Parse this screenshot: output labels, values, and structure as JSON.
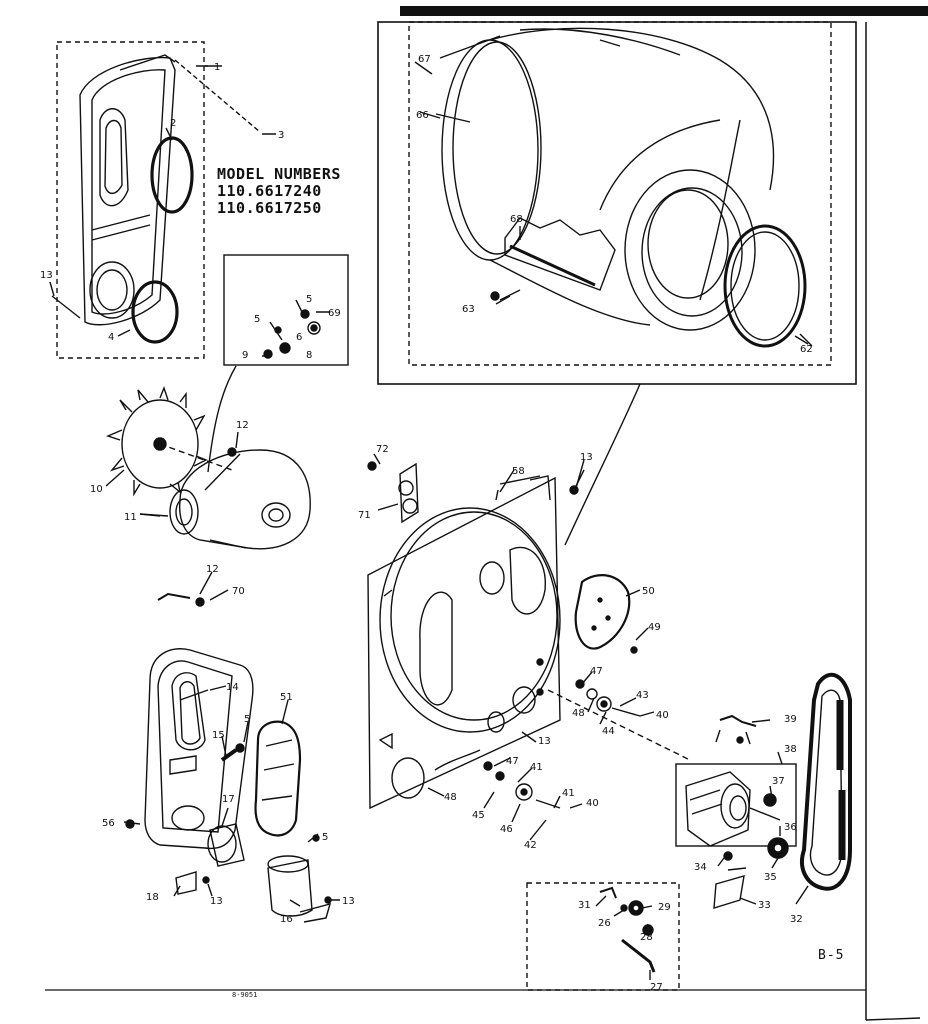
{
  "model_numbers": {
    "heading": "MODEL NUMBERS",
    "numbers": [
      "110.6617240",
      "110.6617250"
    ]
  },
  "page_id": "B-5",
  "doc_code": "8-9051",
  "callouts": [
    {
      "label": "1"
    },
    {
      "label": "2"
    },
    {
      "label": "3"
    },
    {
      "label": "4"
    },
    {
      "label": "13"
    },
    {
      "label": "5"
    },
    {
      "label": "6"
    },
    {
      "label": "69"
    },
    {
      "label": "5"
    },
    {
      "label": "9"
    },
    {
      "label": "8"
    },
    {
      "label": "67"
    },
    {
      "label": "66"
    },
    {
      "label": "68"
    },
    {
      "label": "63"
    },
    {
      "label": "62"
    },
    {
      "label": "10"
    },
    {
      "label": "12"
    },
    {
      "label": "11"
    },
    {
      "label": "72"
    },
    {
      "label": "71"
    },
    {
      "label": "58"
    },
    {
      "label": "13"
    },
    {
      "label": "12"
    },
    {
      "label": "70"
    },
    {
      "label": "14"
    },
    {
      "label": "51"
    },
    {
      "label": "5"
    },
    {
      "label": "15"
    },
    {
      "label": "50"
    },
    {
      "label": "49"
    },
    {
      "label": "47"
    },
    {
      "label": "43"
    },
    {
      "label": "48"
    },
    {
      "label": "44"
    },
    {
      "label": "40"
    },
    {
      "label": "13"
    },
    {
      "label": "47"
    },
    {
      "label": "41"
    },
    {
      "label": "45"
    },
    {
      "label": "46"
    },
    {
      "label": "41"
    },
    {
      "label": "40"
    },
    {
      "label": "42"
    },
    {
      "label": "48"
    },
    {
      "label": "56"
    },
    {
      "label": "17"
    },
    {
      "label": "5"
    },
    {
      "label": "16"
    },
    {
      "label": "13"
    },
    {
      "label": "18"
    },
    {
      "label": "13"
    },
    {
      "label": "39"
    },
    {
      "label": "38"
    },
    {
      "label": "37"
    },
    {
      "label": "36"
    },
    {
      "label": "34"
    },
    {
      "label": "35"
    },
    {
      "label": "33"
    },
    {
      "label": "32"
    },
    {
      "label": "31"
    },
    {
      "label": "26"
    },
    {
      "label": "29"
    },
    {
      "label": "28"
    },
    {
      "label": "27"
    }
  ]
}
